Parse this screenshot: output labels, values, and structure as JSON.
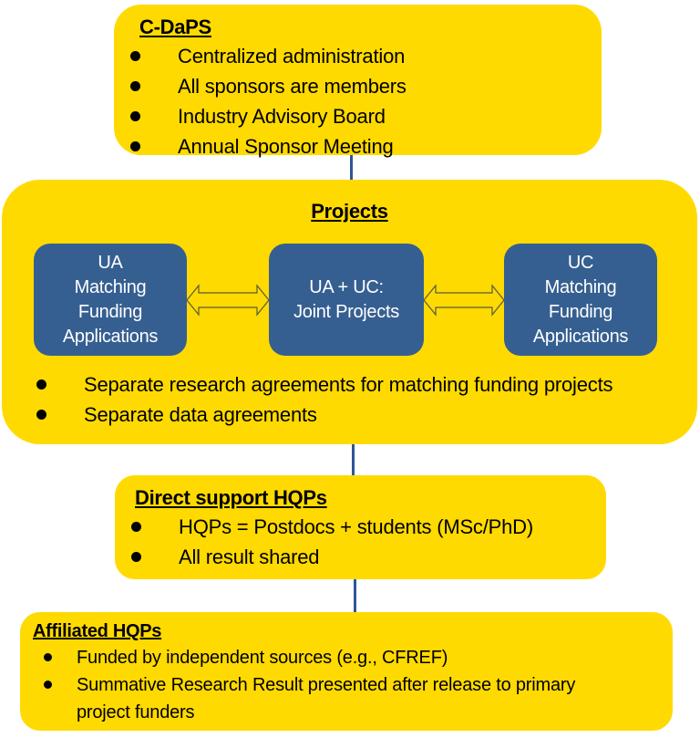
{
  "colors": {
    "box_fill": "#FFDA00",
    "inner_fill": "#365F91",
    "connector": "#2F5597",
    "text": "#000000",
    "inner_text": "#FFFFFF"
  },
  "cdaps": {
    "title": "C-DaPS",
    "items": [
      "Centralized administration",
      "All sponsors are members",
      "Industry Advisory Board",
      "Annual Sponsor Meeting"
    ]
  },
  "projects": {
    "title": "Projects",
    "boxes": [
      {
        "lines": [
          "UA",
          "Matching",
          "Funding",
          "Applications"
        ]
      },
      {
        "lines": [
          "UA + UC:",
          "Joint Projects"
        ]
      },
      {
        "lines": [
          "UC",
          "Matching",
          "Funding",
          "Applications"
        ]
      }
    ],
    "arrows": [
      "double-arrow-icon",
      "double-arrow-icon"
    ],
    "items": [
      "Separate research agreements for matching funding projects",
      "Separate data agreements"
    ]
  },
  "direct_hqps": {
    "title": "Direct support HQPs",
    "items": [
      "HQPs = Postdocs + students (MSc/PhD)",
      "All result shared"
    ]
  },
  "affiliated_hqps": {
    "title": "Affiliated HQPs",
    "items": [
      "Funded by independent sources (e.g., CFREF)",
      "Summative Research Result presented after release to primary project funders"
    ]
  }
}
